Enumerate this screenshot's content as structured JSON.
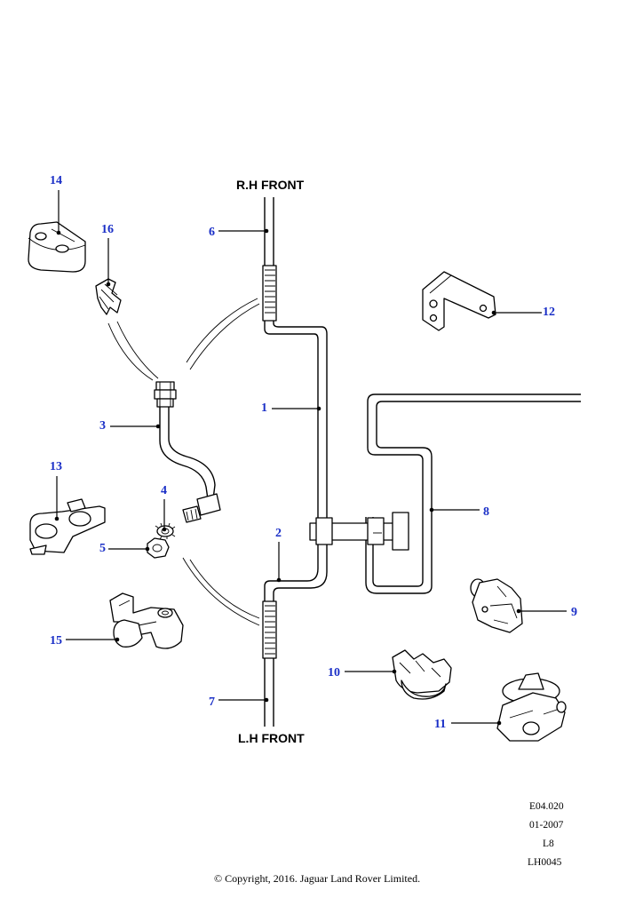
{
  "headings": {
    "rh_front": "R.H FRONT",
    "lh_front": "L.H FRONT"
  },
  "callouts": [
    {
      "id": "1",
      "label": "1"
    },
    {
      "id": "2",
      "label": "2"
    },
    {
      "id": "3",
      "label": "3"
    },
    {
      "id": "4",
      "label": "4"
    },
    {
      "id": "5",
      "label": "5"
    },
    {
      "id": "6",
      "label": "6"
    },
    {
      "id": "7",
      "label": "7"
    },
    {
      "id": "8",
      "label": "8"
    },
    {
      "id": "9",
      "label": "9"
    },
    {
      "id": "10",
      "label": "10"
    },
    {
      "id": "11",
      "label": "11"
    },
    {
      "id": "12",
      "label": "12"
    },
    {
      "id": "13",
      "label": "13"
    },
    {
      "id": "14",
      "label": "14"
    },
    {
      "id": "15",
      "label": "15"
    },
    {
      "id": "16",
      "label": "16"
    }
  ],
  "meta": {
    "ref_code": "E04.020",
    "date": "01-2007",
    "model": "L8",
    "sheet": "LH0045"
  },
  "copyright": "© Copyright, 2016. Jaguar Land Rover Limited.",
  "colors": {
    "callout": "#1a2fc7",
    "line": "#000000"
  }
}
